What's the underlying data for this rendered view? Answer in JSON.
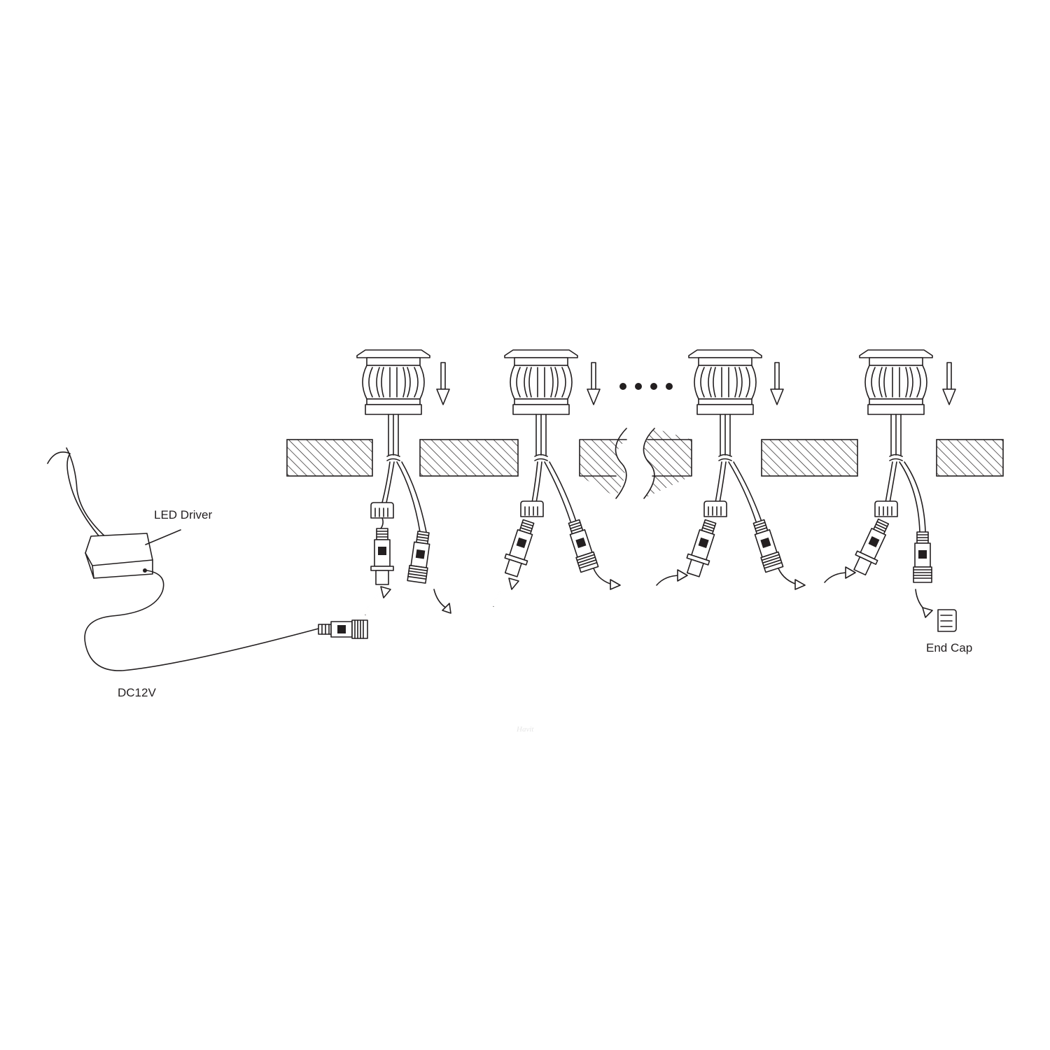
{
  "labels": {
    "driver": "LED Driver",
    "power": "DC12V",
    "end_cap": "End Cap"
  },
  "watermark": "Havit",
  "colors": {
    "line": "#231f20",
    "background": "#ffffff"
  },
  "fixture_count_shown": 4,
  "continuation_dots": 4
}
